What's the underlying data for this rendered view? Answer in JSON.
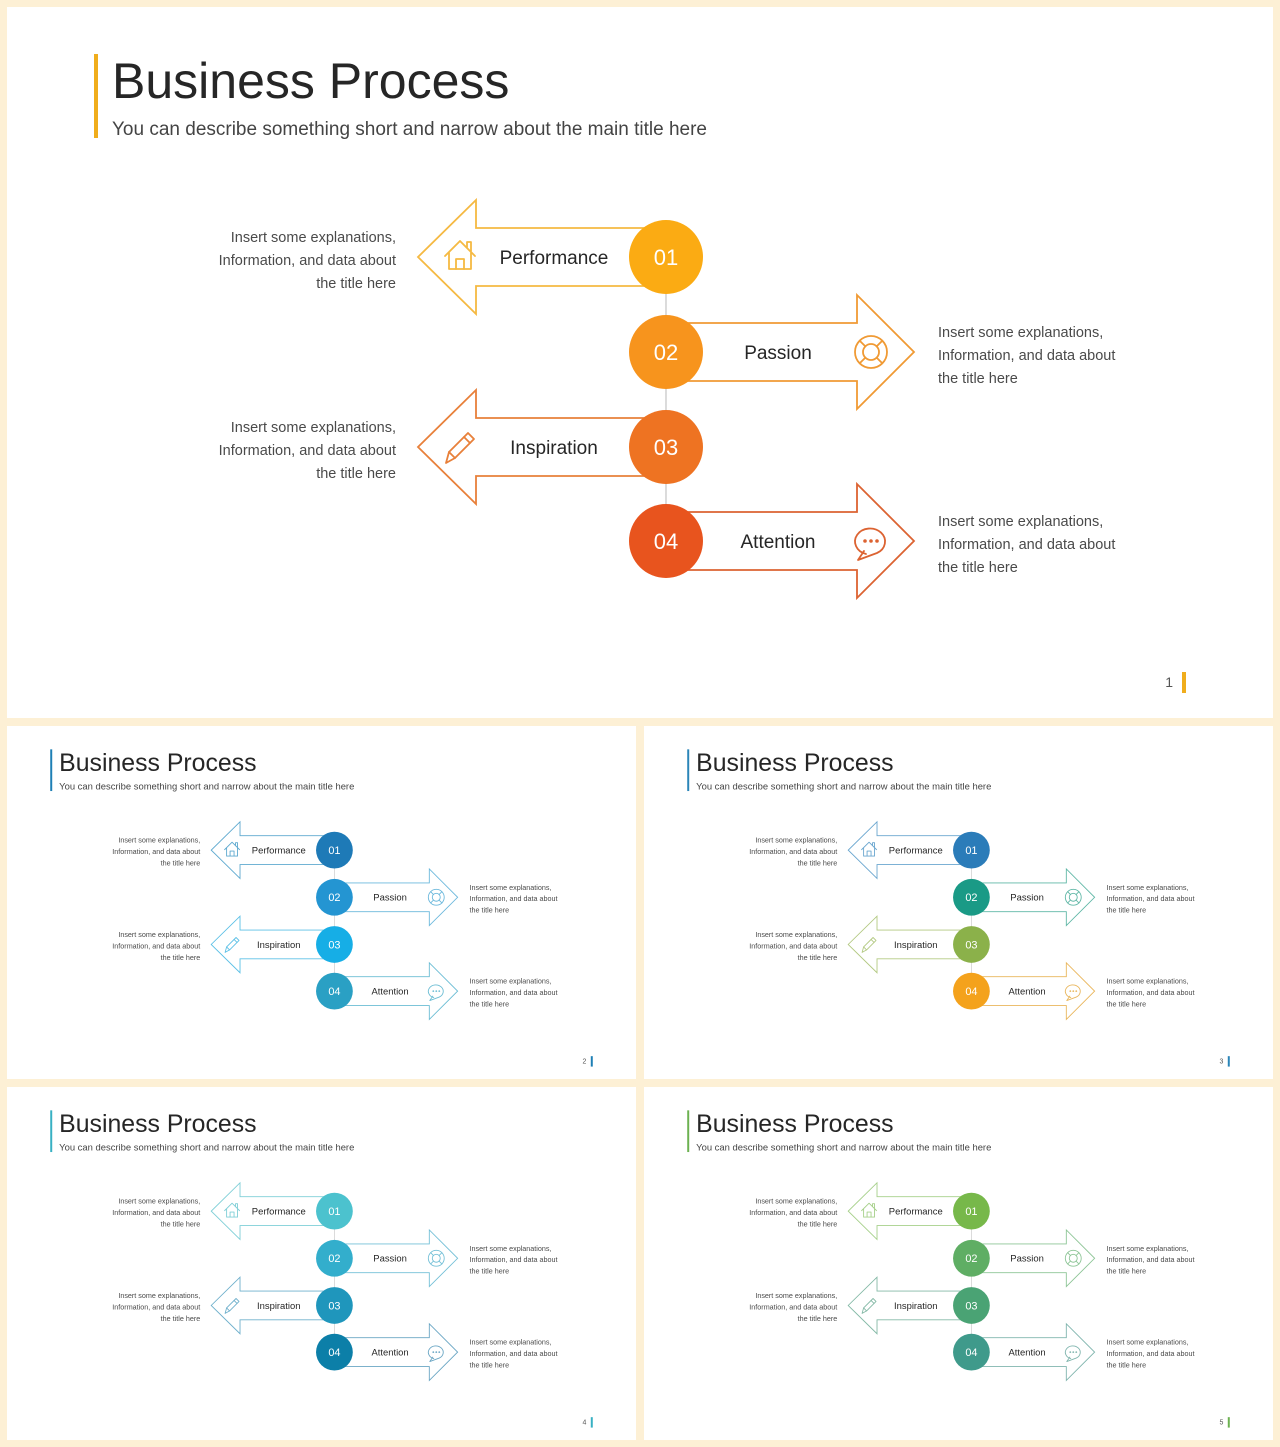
{
  "slide_title": "Business Process",
  "slide_subtitle": "You can describe something short and narrow about the main title here",
  "description": [
    "Insert some explanations,",
    "Information, and data about",
    "the title here"
  ],
  "steps": [
    {
      "number": "01",
      "label": "Performance",
      "icon": "home-icon"
    },
    {
      "number": "02",
      "label": "Passion",
      "icon": "lifebuoy-icon"
    },
    {
      "number": "03",
      "label": "Inspiration",
      "icon": "pencil-icon"
    },
    {
      "number": "04",
      "label": "Attention",
      "icon": "chat-bubble-icon"
    }
  ],
  "slides": [
    {
      "page": "1",
      "accent": "#f0ad1c",
      "circle_colors": [
        "#fbab13",
        "#f7941d",
        "#ee7322",
        "#e8541e"
      ],
      "arrow_colors": [
        "#f5b942",
        "#f09a34",
        "#e8803a",
        "#dc6332"
      ]
    },
    {
      "page": "2",
      "accent": "#1e7fb5",
      "circle_colors": [
        "#1e7ab7",
        "#2495d2",
        "#16aee6",
        "#2aa0c4"
      ],
      "arrow_colors": [
        "#5ea9cf",
        "#6bb8dc",
        "#5cc0e6",
        "#6bbdd4"
      ]
    },
    {
      "page": "3",
      "accent": "#2a85b8",
      "circle_colors": [
        "#2b7cb9",
        "#1a9a86",
        "#8bb14a",
        "#f4a21c"
      ],
      "arrow_colors": [
        "#6aa6cf",
        "#5fb7a6",
        "#b3c982",
        "#e9b65c"
      ]
    },
    {
      "page": "4",
      "accent": "#38b0c3",
      "circle_colors": [
        "#4cc2ce",
        "#33aecc",
        "#1f96bc",
        "#0c7fa8"
      ],
      "arrow_colors": [
        "#7fcfd7",
        "#74c0d7",
        "#6fb0cc",
        "#6aa6c4"
      ]
    },
    {
      "page": "5",
      "accent": "#6cb150",
      "circle_colors": [
        "#77b84a",
        "#5fae64",
        "#4aa374",
        "#3f9a8b"
      ],
      "arrow_colors": [
        "#a6d08a",
        "#8dc596",
        "#84b9a6",
        "#80b5ae"
      ]
    }
  ]
}
